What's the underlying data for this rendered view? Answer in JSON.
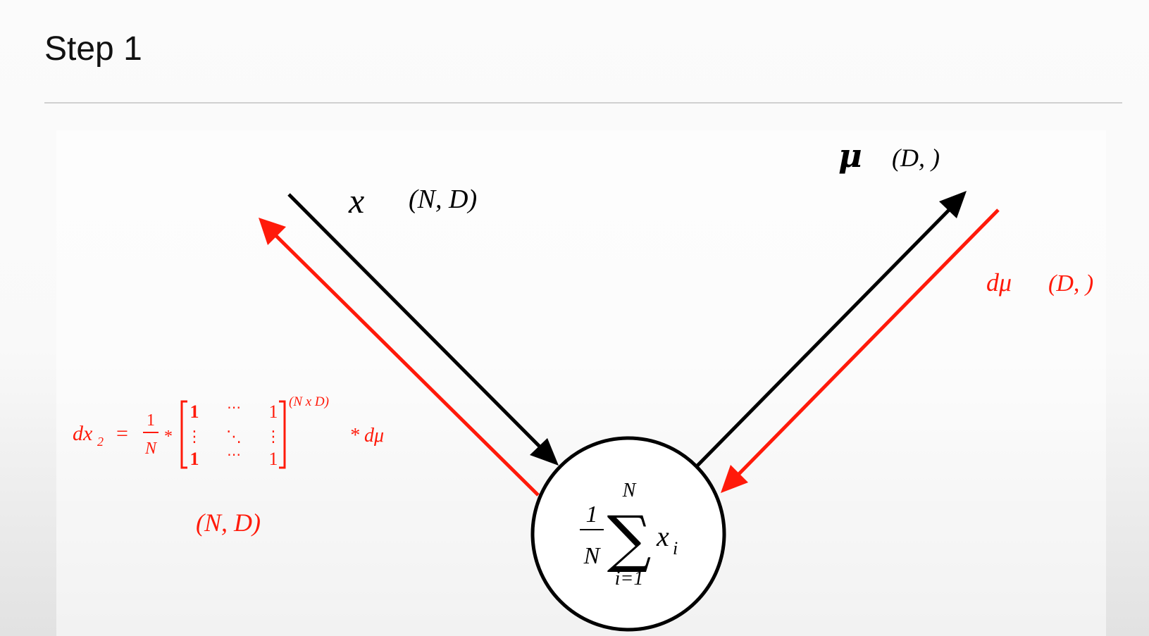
{
  "slide": {
    "title": "Step 1"
  },
  "colors": {
    "forward": "#000000",
    "backward": "#ff1a0a"
  },
  "diagram": {
    "input": {
      "symbol": "x",
      "shape": "(N, D)"
    },
    "output": {
      "symbol": "μ",
      "shape": "(D, )"
    },
    "grad_output": {
      "symbol": "dμ",
      "shape": "(D, )"
    },
    "node": {
      "fraction_numerator": "1",
      "fraction_denominator": "N",
      "sum_symbol": "∑",
      "sum_upper": "N",
      "sum_lower": "i=1",
      "term_base": "x",
      "term_sub": "i"
    },
    "grad_input": {
      "lhs_base": "dx",
      "lhs_sub": "2",
      "equals": "=",
      "frac_numerator": "1",
      "frac_denominator": "N",
      "times": "*",
      "matrix_top_left": "1",
      "matrix_top_mid": "⋯",
      "matrix_top_right": "1",
      "matrix_mid_left": "⋮",
      "matrix_mid_mid": "⋱",
      "matrix_mid_right": "⋮",
      "matrix_bot_left": "1",
      "matrix_bot_mid": "⋯",
      "matrix_bot_right": "1",
      "matrix_exponent": "(N x D)",
      "rhs": "* dμ",
      "shape": "(N, D)"
    }
  }
}
